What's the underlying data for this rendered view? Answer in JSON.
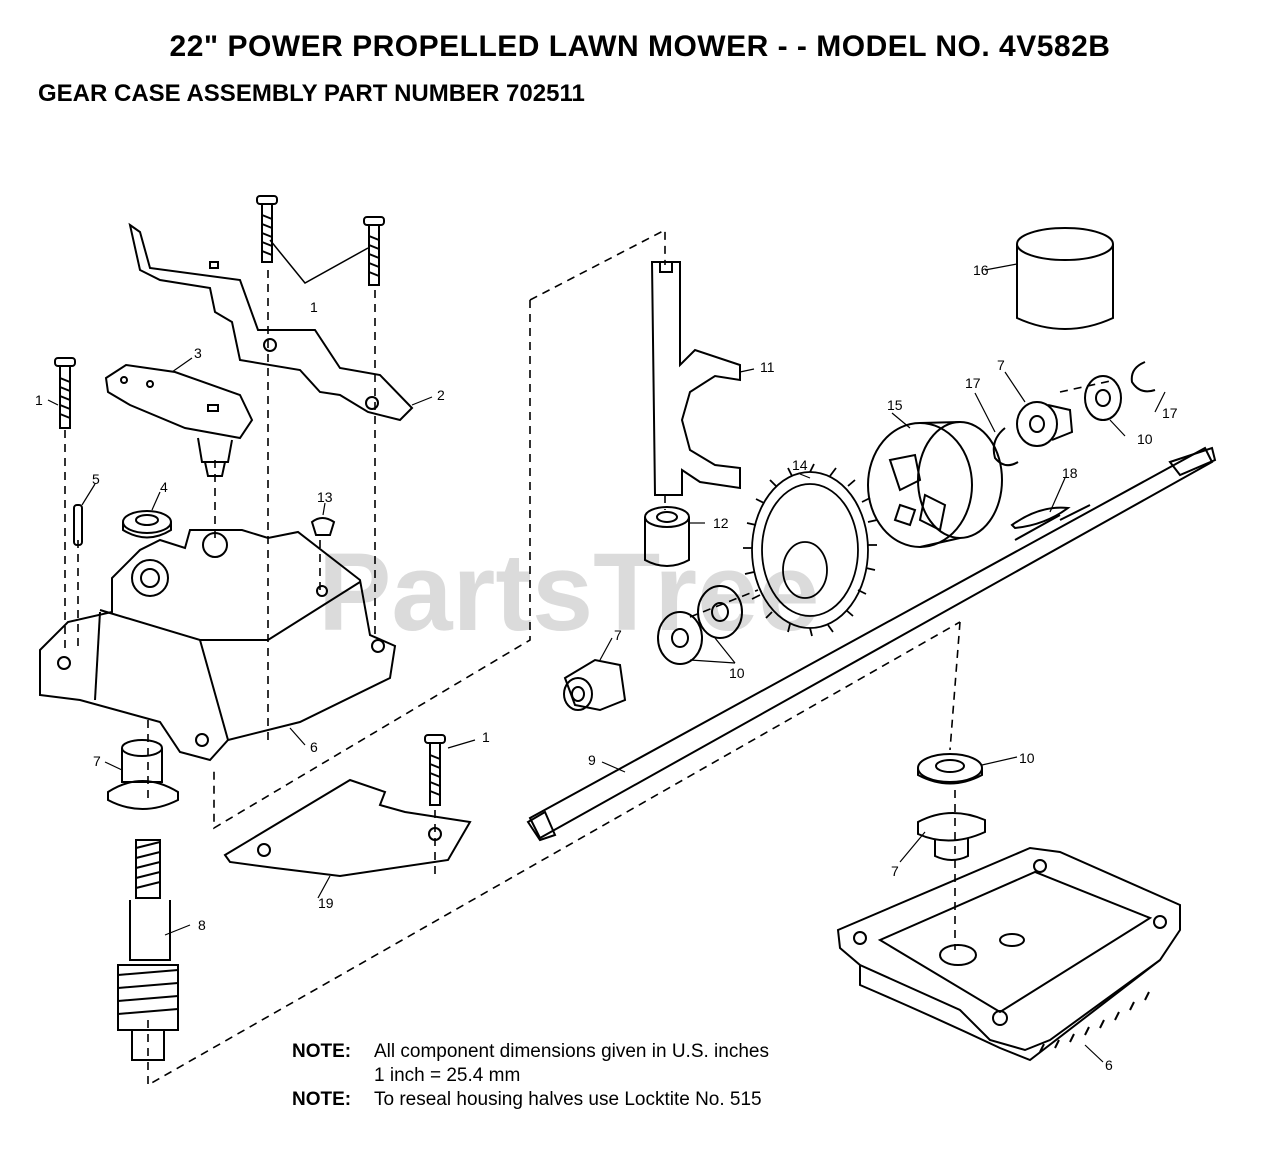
{
  "header": {
    "title": "22\" POWER PROPELLED LAWN MOWER - - MODEL NO. 4V582B",
    "subtitle": "GEAR CASE ASSEMBLY PART NUMBER 702511"
  },
  "watermark": "PartsTree",
  "callouts": {
    "c1a": "1",
    "c1b": "1",
    "c1c": "1",
    "c2": "2",
    "c3": "3",
    "c4": "4",
    "c5": "5",
    "c6a": "6",
    "c6b": "6",
    "c7a": "7",
    "c7b": "7",
    "c7c": "7",
    "c7d": "7",
    "c8": "8",
    "c9": "9",
    "c10a": "10",
    "c10b": "10",
    "c10c": "10",
    "c11": "11",
    "c12": "12",
    "c13": "13",
    "c14": "14",
    "c15": "15",
    "c16": "16",
    "c17a": "17",
    "c17b": "17",
    "c18": "18",
    "c19": "19"
  },
  "notes": [
    {
      "key": "NOTE:",
      "lines": [
        "All component dimensions given in U.S. inches",
        "1 inch = 25.4 mm"
      ]
    },
    {
      "key": "NOTE:",
      "lines": [
        "To reseal housing halves use Locktite No. 515"
      ]
    }
  ]
}
